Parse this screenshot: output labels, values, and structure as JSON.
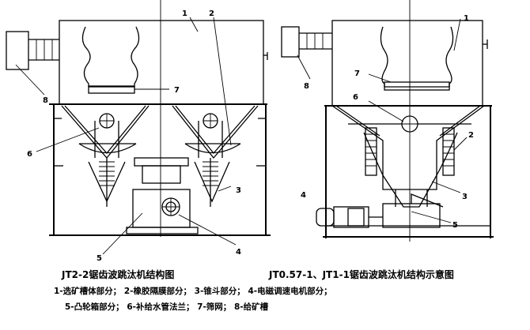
{
  "left": {
    "caption": "JT2-2锯齿波跳汰机结构图",
    "labels": [
      "1",
      "2",
      "7",
      "8",
      "6",
      "3",
      "5",
      "4"
    ]
  },
  "right": {
    "caption": "JT0.57-1、JT1-1锯齿波跳汰机结构示意图",
    "labels": [
      "1",
      "7",
      "8",
      "6",
      "2",
      "3",
      "4",
      "5"
    ]
  },
  "legend": {
    "line1": "1-选矿槽体部分；  2-橡胶隔膜部分；  3-锥斗部分；  4-电磁调速电机部分；",
    "line2": "5-凸轮箱部分；  6-补给水管法兰；  7-筛网；  8-给矿槽"
  }
}
